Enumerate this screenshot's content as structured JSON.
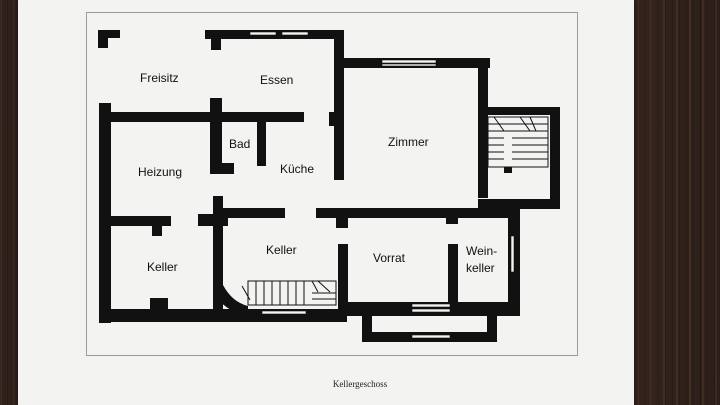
{
  "title": "Kellergeschoss",
  "rooms": {
    "freisitz": "Freisitz",
    "essen": "Essen",
    "zimmer": "Zimmer",
    "bad": "Bad",
    "kueche": "Küche",
    "heizung": "Heizung",
    "keller_left": "Keller",
    "keller_middle": "Keller",
    "vorrat": "Vorrat",
    "weinkeller_line1": "Wein-",
    "weinkeller_line2": "keller"
  },
  "colors": {
    "wall": "#111111",
    "paper": "#f3f3f2",
    "background": "#3b2a22"
  }
}
